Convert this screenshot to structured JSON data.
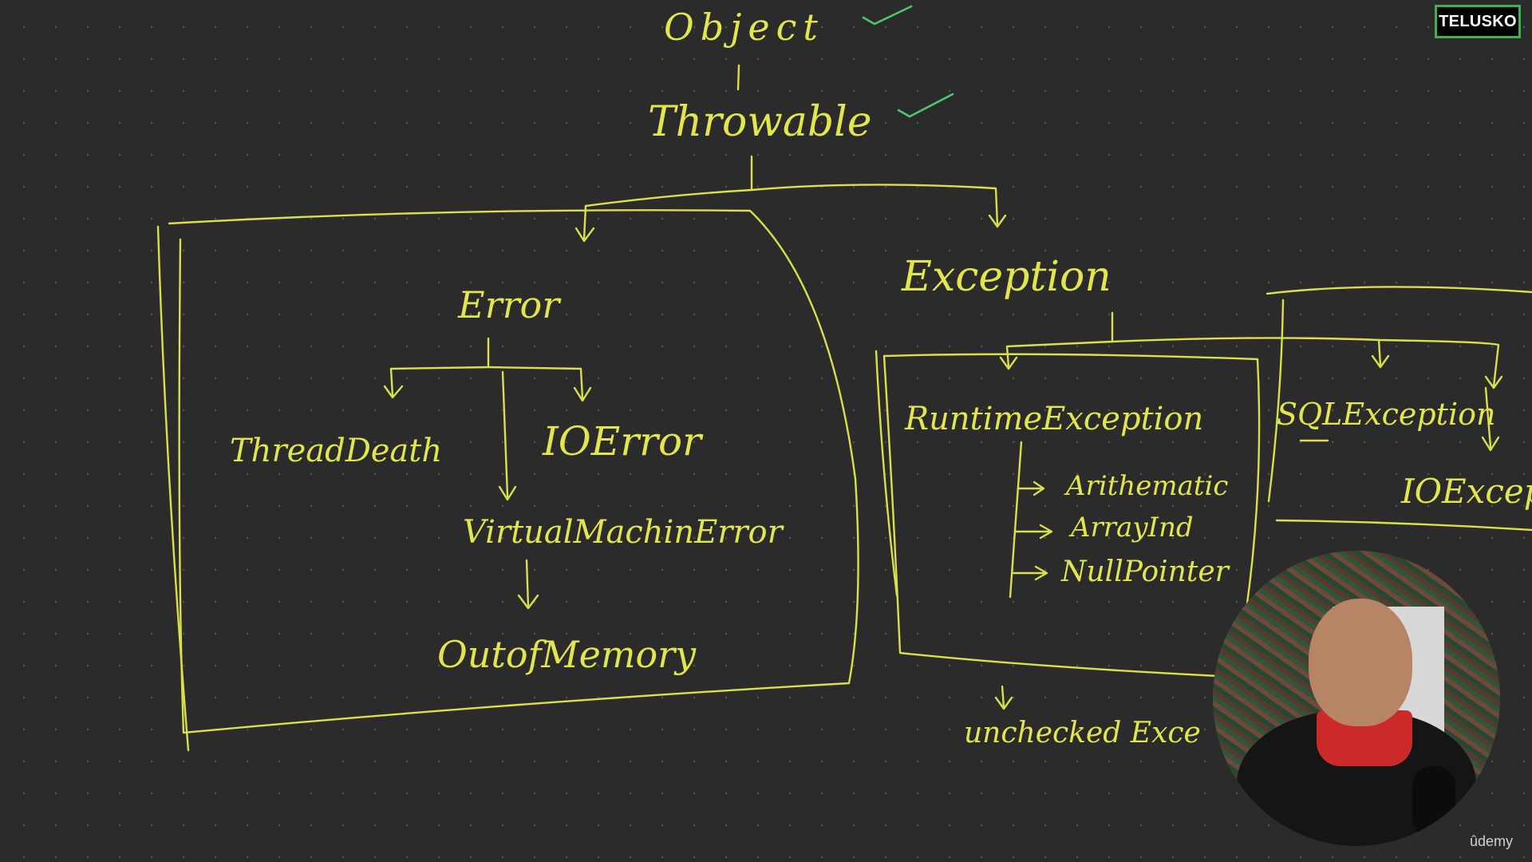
{
  "brand": {
    "logo_text": "TELUSKO"
  },
  "watermark": {
    "text": "ûdemy"
  },
  "diagram": {
    "root": "Object",
    "throwable": "Throwable",
    "error": {
      "label": "Error",
      "children": [
        "ThreadDeath",
        "IOError",
        "VirtualMachinError"
      ],
      "grandchild": "OutofMemory"
    },
    "exception": {
      "label": "Exception",
      "runtime": {
        "label": "RuntimeException",
        "children": [
          "Arithematic",
          "ArrayInd",
          "NullPointer"
        ]
      },
      "checked": [
        "SQLException",
        "IOExcep"
      ],
      "unchecked_note": "unchecked Exce"
    }
  },
  "colors": {
    "background": "#2b2b2b",
    "chalk_yellow": "#d9e04a",
    "check_green": "#4cc96a",
    "brand_border": "#3fb24f"
  }
}
